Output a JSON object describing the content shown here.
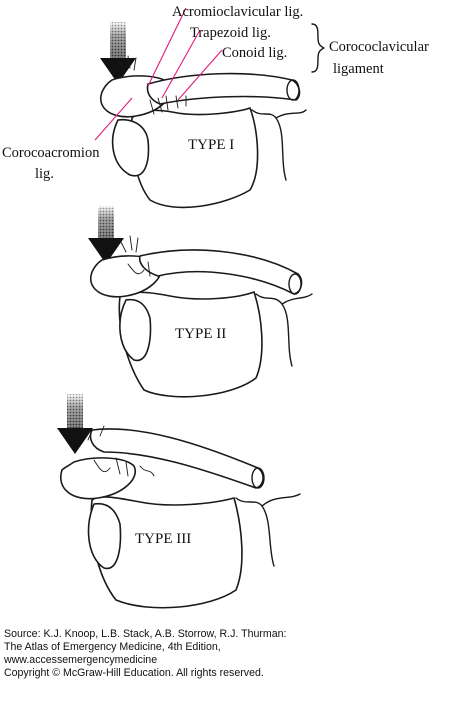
{
  "labels": {
    "acromioclavicular": "Acromioclavicular lig.",
    "trapezoid": "Trapezoid lig.",
    "conoid": "Conoid lig.",
    "coracoclavicular_line1": "Corococlavicular",
    "coracoclavicular_line2": "ligament",
    "coracoacromion_line1": "Corocoacromion",
    "coracoacromion_line2": "lig."
  },
  "types": [
    {
      "label": "TYPE I"
    },
    {
      "label": "TYPE II"
    },
    {
      "label": "TYPE III"
    }
  ],
  "colors": {
    "leader_lines": "#e0197d",
    "ink": "#1a1a1a"
  },
  "source": {
    "line1": "Source: K.J. Knoop, L.B. Stack, A.B. Storrow, R.J. Thurman:",
    "line2": "The Atlas of Emergency Medicine, 4th Edition,",
    "line3": "www.accessemergencymedicine",
    "line4": "Copyright © McGraw-Hill Education. All rights reserved."
  }
}
